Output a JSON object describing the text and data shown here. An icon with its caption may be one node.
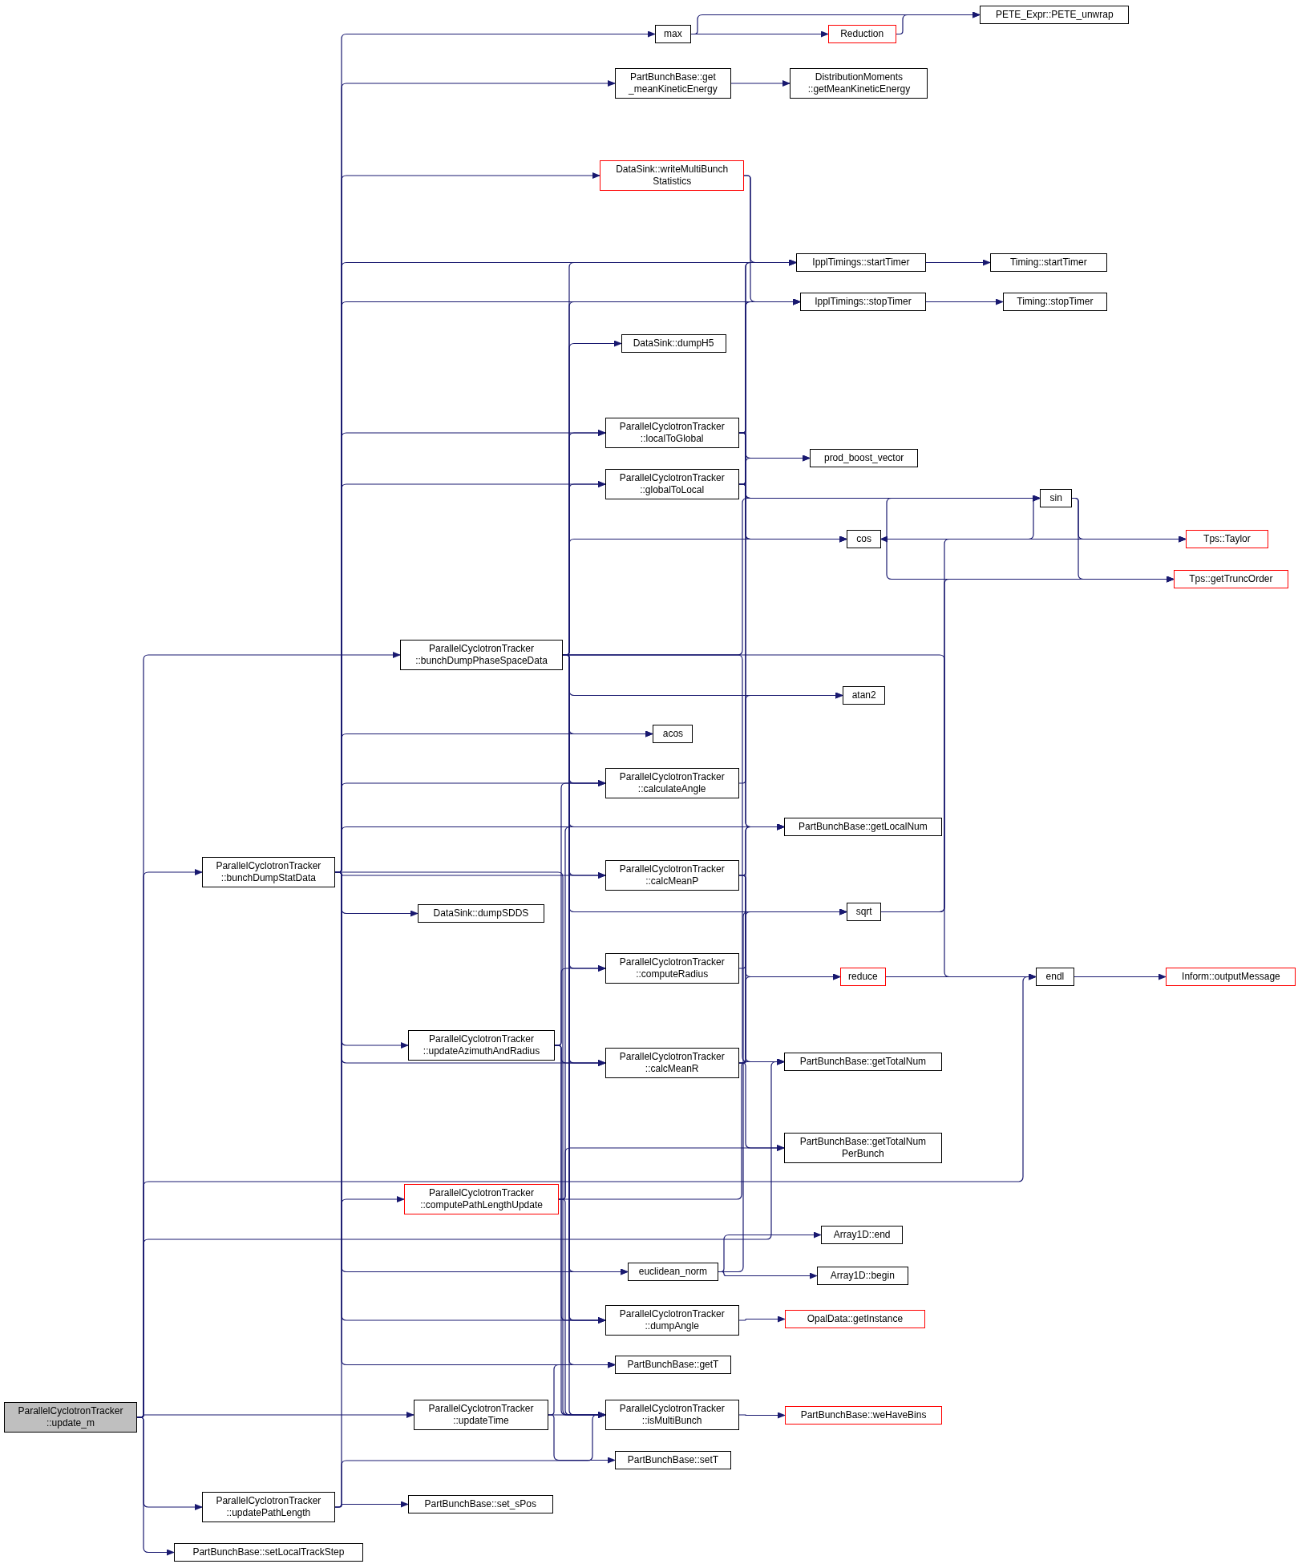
{
  "diagram": {
    "nodes": [
      {
        "text": [
          "ParallelCyclotronTracker ::update_m"
        ]
      },
      {
        "text": [
          "ParallelCyclotronTracker ::bunchDumpStatData"
        ]
      },
      {
        "text": [
          "ParallelCyclotronTracker ::bunchDumpPhaseSpaceData"
        ]
      },
      {
        "text": [
          "ParallelCyclotronTracker ::updateAzimuthAndRadius"
        ]
      },
      {
        "text": [
          "ParallelCyclotronTracker ::computePathLengthUpdate"
        ]
      },
      {
        "text": [
          "ParallelCyclotronTracker ::updateTime"
        ]
      },
      {
        "text": [
          "ParallelCyclotronTracker ::updatePathLength"
        ]
      },
      {
        "text": [
          "PartBunchBase::setLocalTrackStep"
        ]
      },
      {
        "text": [
          "max"
        ]
      },
      {
        "text": [
          "PartBunchBase::get _meanKineticEnergy"
        ]
      },
      {
        "text": [
          "DataSink::writeMultiBunch Statistics"
        ]
      },
      {
        "text": [
          "DataSink::dumpH5"
        ]
      },
      {
        "text": [
          "ParallelCyclotronTracker ::localToGlobal"
        ]
      },
      {
        "text": [
          "ParallelCyclotronTracker ::globalToLocal"
        ]
      },
      {
        "text": [
          "acos"
        ]
      },
      {
        "text": [
          "ParallelCyclotronTracker ::calculateAngle"
        ]
      },
      {
        "text": [
          "ParallelCyclotronTracker ::calcMeanP"
        ]
      },
      {
        "text": [
          "DataSink::dumpSDDS"
        ]
      },
      {
        "text": [
          "ParallelCyclotronTracker ::computeRadius"
        ]
      },
      {
        "text": [
          "ParallelCyclotronTracker ::calcMeanR"
        ]
      },
      {
        "text": [
          "euclidean_norm"
        ]
      },
      {
        "text": [
          "ParallelCyclotronTracker ::dumpAngle"
        ]
      },
      {
        "text": [
          "PartBunchBase::getT"
        ]
      },
      {
        "text": [
          "ParallelCyclotronTracker ::isMultiBunch"
        ]
      },
      {
        "text": [
          "PartBunchBase::setT"
        ]
      },
      {
        "text": [
          "PartBunchBase::set_sPos"
        ]
      },
      {
        "text": [
          "Reduction"
        ]
      },
      {
        "text": [
          "DistributionMoments ::getMeanKineticEnergy"
        ]
      },
      {
        "text": [
          "IpplTimings::startTimer"
        ]
      },
      {
        "text": [
          "IpplTimings::stopTimer"
        ]
      },
      {
        "text": [
          "prod_boost_vector"
        ]
      },
      {
        "text": [
          "cos"
        ]
      },
      {
        "text": [
          "atan2"
        ]
      },
      {
        "text": [
          "PartBunchBase::getLocalNum"
        ]
      },
      {
        "text": [
          "sqrt"
        ]
      },
      {
        "text": [
          "reduce"
        ]
      },
      {
        "text": [
          "PartBunchBase::getTotalNum"
        ]
      },
      {
        "text": [
          "PartBunchBase::getTotalNum PerBunch"
        ]
      },
      {
        "text": [
          "Array1D::end"
        ]
      },
      {
        "text": [
          "Array1D::begin"
        ]
      },
      {
        "text": [
          "OpalData::getInstance"
        ]
      },
      {
        "text": [
          "PartBunchBase::weHaveBins"
        ]
      },
      {
        "text": [
          "PETE_Expr::PETE_unwrap"
        ]
      },
      {
        "text": [
          "Timing::startTimer"
        ]
      },
      {
        "text": [
          "Timing::stopTimer"
        ]
      },
      {
        "text": [
          "sin"
        ]
      },
      {
        "text": [
          "endl"
        ]
      },
      {
        "text": [
          "Tps::Taylor"
        ]
      },
      {
        "text": [
          "Tps::getTruncOrder"
        ]
      },
      {
        "text": [
          "Inform::outputMessage"
        ]
      }
    ],
    "edges": [
      {
        "from": 0,
        "to": 1,
        "arrow": "to"
      },
      {
        "from": 0,
        "to": 2,
        "arrow": "to"
      },
      {
        "from": 0,
        "to": 5,
        "arrow": "to"
      },
      {
        "from": 0,
        "to": 6,
        "arrow": "to"
      },
      {
        "from": 0,
        "to": 7,
        "arrow": "to"
      },
      {
        "from": 0,
        "to": 36,
        "arrow": "to"
      },
      {
        "from": 0,
        "to": 46,
        "arrow": "to"
      },
      {
        "from": 1,
        "to": 8,
        "arrow": "to"
      },
      {
        "from": 1,
        "to": 9,
        "arrow": "to"
      },
      {
        "from": 1,
        "to": 10,
        "arrow": "to"
      },
      {
        "from": 1,
        "to": 28,
        "arrow": "to"
      },
      {
        "from": 1,
        "to": 29,
        "arrow": "to"
      },
      {
        "from": 1,
        "to": 12,
        "arrow": "to"
      },
      {
        "from": 1,
        "to": 13,
        "arrow": "to"
      },
      {
        "from": 1,
        "to": 14,
        "arrow": "to"
      },
      {
        "from": 1,
        "to": 15,
        "arrow": "to"
      },
      {
        "from": 1,
        "to": 33,
        "arrow": "to"
      },
      {
        "from": 1,
        "to": 16,
        "arrow": "to"
      },
      {
        "from": 1,
        "to": 17,
        "arrow": "to"
      },
      {
        "from": 1,
        "to": 3,
        "arrow": "to"
      },
      {
        "from": 1,
        "to": 19,
        "arrow": "to"
      },
      {
        "from": 1,
        "to": 20,
        "arrow": "to"
      },
      {
        "from": 1,
        "to": 21,
        "arrow": "to"
      },
      {
        "from": 1,
        "to": 22,
        "arrow": "to"
      },
      {
        "from": 1,
        "to": 23,
        "arrow": "to"
      },
      {
        "from": 2,
        "to": 11,
        "arrow": "to"
      },
      {
        "from": 2,
        "to": 28,
        "arrow": "to"
      },
      {
        "from": 2,
        "to": 29,
        "arrow": "to"
      },
      {
        "from": 2,
        "to": 12,
        "arrow": "to"
      },
      {
        "from": 2,
        "to": 13,
        "arrow": "to"
      },
      {
        "from": 2,
        "to": 31,
        "arrow": "to"
      },
      {
        "from": 2,
        "to": 45,
        "arrow": "to"
      },
      {
        "from": 2,
        "to": 46,
        "arrow": "to"
      },
      {
        "from": 2,
        "to": 32,
        "arrow": "to"
      },
      {
        "from": 2,
        "to": 14,
        "arrow": "to"
      },
      {
        "from": 2,
        "to": 15,
        "arrow": "to"
      },
      {
        "from": 2,
        "to": 33,
        "arrow": "to"
      },
      {
        "from": 2,
        "to": 34,
        "arrow": "to"
      },
      {
        "from": 2,
        "to": 16,
        "arrow": "to"
      },
      {
        "from": 2,
        "to": 18,
        "arrow": "to"
      },
      {
        "from": 2,
        "to": 19,
        "arrow": "to"
      },
      {
        "from": 2,
        "to": 36,
        "arrow": "to"
      },
      {
        "from": 2,
        "to": 20,
        "arrow": "to"
      },
      {
        "from": 2,
        "to": 21,
        "arrow": "to"
      },
      {
        "from": 2,
        "to": 22,
        "arrow": "to"
      },
      {
        "from": 2,
        "to": 23,
        "arrow": "to"
      },
      {
        "from": 10,
        "to": 28,
        "arrow": "to"
      },
      {
        "from": 10,
        "to": 29,
        "arrow": "to"
      },
      {
        "from": 12,
        "to": 28,
        "arrow": "to"
      },
      {
        "from": 12,
        "to": 29,
        "arrow": "to"
      },
      {
        "from": 12,
        "to": 30,
        "arrow": "to"
      },
      {
        "from": 12,
        "to": 45,
        "arrow": "to"
      },
      {
        "from": 12,
        "to": 31,
        "arrow": "to"
      },
      {
        "from": 12,
        "to": 33,
        "arrow": "to"
      },
      {
        "from": 13,
        "to": 28,
        "arrow": "to"
      },
      {
        "from": 13,
        "to": 29,
        "arrow": "to"
      },
      {
        "from": 13,
        "to": 30,
        "arrow": "to"
      },
      {
        "from": 13,
        "to": 45,
        "arrow": "to"
      },
      {
        "from": 13,
        "to": 31,
        "arrow": "to"
      },
      {
        "from": 13,
        "to": 33,
        "arrow": "to"
      },
      {
        "from": 8,
        "to": 42,
        "arrow": "to"
      },
      {
        "from": 8,
        "to": 26,
        "arrow": "to"
      },
      {
        "from": 26,
        "to": 42,
        "arrow": "to"
      },
      {
        "from": 9,
        "to": 27,
        "arrow": "to"
      },
      {
        "from": 28,
        "to": 43,
        "arrow": "to"
      },
      {
        "from": 29,
        "to": 44,
        "arrow": "to"
      },
      {
        "from": 45,
        "to": 31,
        "arrow": "to"
      },
      {
        "from": 45,
        "to": 47,
        "arrow": "to"
      },
      {
        "from": 45,
        "to": 48,
        "arrow": "to"
      },
      {
        "from": 31,
        "to": 45,
        "arrow": "to"
      },
      {
        "from": 31,
        "to": 47,
        "arrow": "to"
      },
      {
        "from": 31,
        "to": 48,
        "arrow": "to"
      },
      {
        "from": 15,
        "to": 32,
        "arrow": "to"
      },
      {
        "from": 16,
        "to": 33,
        "arrow": "to"
      },
      {
        "from": 16,
        "to": 35,
        "arrow": "to"
      },
      {
        "from": 16,
        "to": 36,
        "arrow": "to"
      },
      {
        "from": 18,
        "to": 34,
        "arrow": "to"
      },
      {
        "from": 19,
        "to": 33,
        "arrow": "to"
      },
      {
        "from": 19,
        "to": 35,
        "arrow": "to"
      },
      {
        "from": 19,
        "to": 36,
        "arrow": "to"
      },
      {
        "from": 19,
        "to": 37,
        "arrow": "to"
      },
      {
        "from": 34,
        "to": 47,
        "arrow": "to"
      },
      {
        "from": 34,
        "to": 48,
        "arrow": "to"
      },
      {
        "from": 35,
        "to": 46,
        "arrow": "to"
      },
      {
        "from": 46,
        "to": 49,
        "arrow": "to"
      },
      {
        "from": 3,
        "to": 15,
        "arrow": "to"
      },
      {
        "from": 3,
        "to": 18,
        "arrow": "to"
      },
      {
        "from": 3,
        "to": 19,
        "arrow": "to"
      },
      {
        "from": 3,
        "to": 21,
        "arrow": "to"
      },
      {
        "from": 3,
        "to": 23,
        "arrow": "to"
      },
      {
        "from": 4,
        "to": 33,
        "arrow": "to"
      },
      {
        "from": 4,
        "to": 36,
        "arrow": "to"
      },
      {
        "from": 4,
        "to": 37,
        "arrow": "to"
      },
      {
        "from": 4,
        "to": 23,
        "arrow": "to"
      },
      {
        "from": 20,
        "to": 38,
        "arrow": "to"
      },
      {
        "from": 20,
        "to": 39,
        "arrow": "to"
      },
      {
        "from": 20,
        "to": 34,
        "arrow": "to"
      },
      {
        "from": 21,
        "to": 40,
        "arrow": "to"
      },
      {
        "from": 23,
        "to": 41,
        "arrow": "to"
      },
      {
        "from": 5,
        "to": 22,
        "arrow": "to"
      },
      {
        "from": 5,
        "to": 23,
        "arrow": "to"
      },
      {
        "from": 5,
        "to": 24,
        "arrow": "to"
      },
      {
        "from": 6,
        "to": 4,
        "arrow": "to"
      },
      {
        "from": 6,
        "to": 25,
        "arrow": "to"
      },
      {
        "from": 6,
        "to": 23,
        "arrow": "to"
      }
    ]
  }
}
